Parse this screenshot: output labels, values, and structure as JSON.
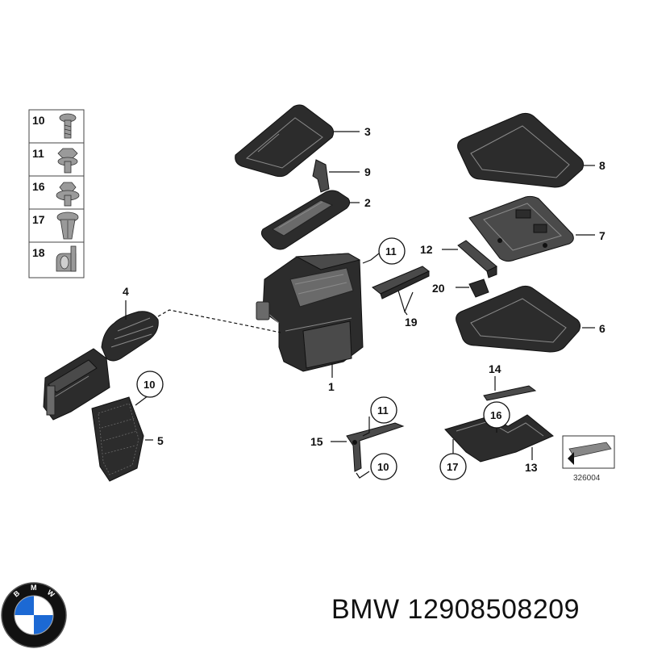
{
  "fasteners_table": [
    {
      "number": "10",
      "icon": "bolt-icon"
    },
    {
      "number": "11",
      "icon": "hex-nut-icon"
    },
    {
      "number": "16",
      "icon": "flange-nut-icon"
    },
    {
      "number": "17",
      "icon": "expanding-nut-icon"
    },
    {
      "number": "18",
      "icon": "clip-icon"
    }
  ],
  "callouts": {
    "p1": "1",
    "p2": "2",
    "p3": "3",
    "p4": "4",
    "p5": "5",
    "p6": "6",
    "p7": "7",
    "p8": "8",
    "p9": "9",
    "p12": "12",
    "p13": "13",
    "p14": "14",
    "p15": "15",
    "p19": "19",
    "p20": "20",
    "c10a": "10",
    "c10b": "10",
    "c11a": "11",
    "c11b": "11",
    "c16": "16",
    "c17": "17"
  },
  "diagram_ref": "326004",
  "logo": {
    "name": "bmw-logo",
    "letters": [
      "B",
      "M",
      "W"
    ],
    "colors": {
      "blue": "#1c69d4",
      "white": "#ffffff",
      "ring": "#111111"
    }
  },
  "footer": {
    "brand": "BMW",
    "part_number": "12908508209"
  }
}
